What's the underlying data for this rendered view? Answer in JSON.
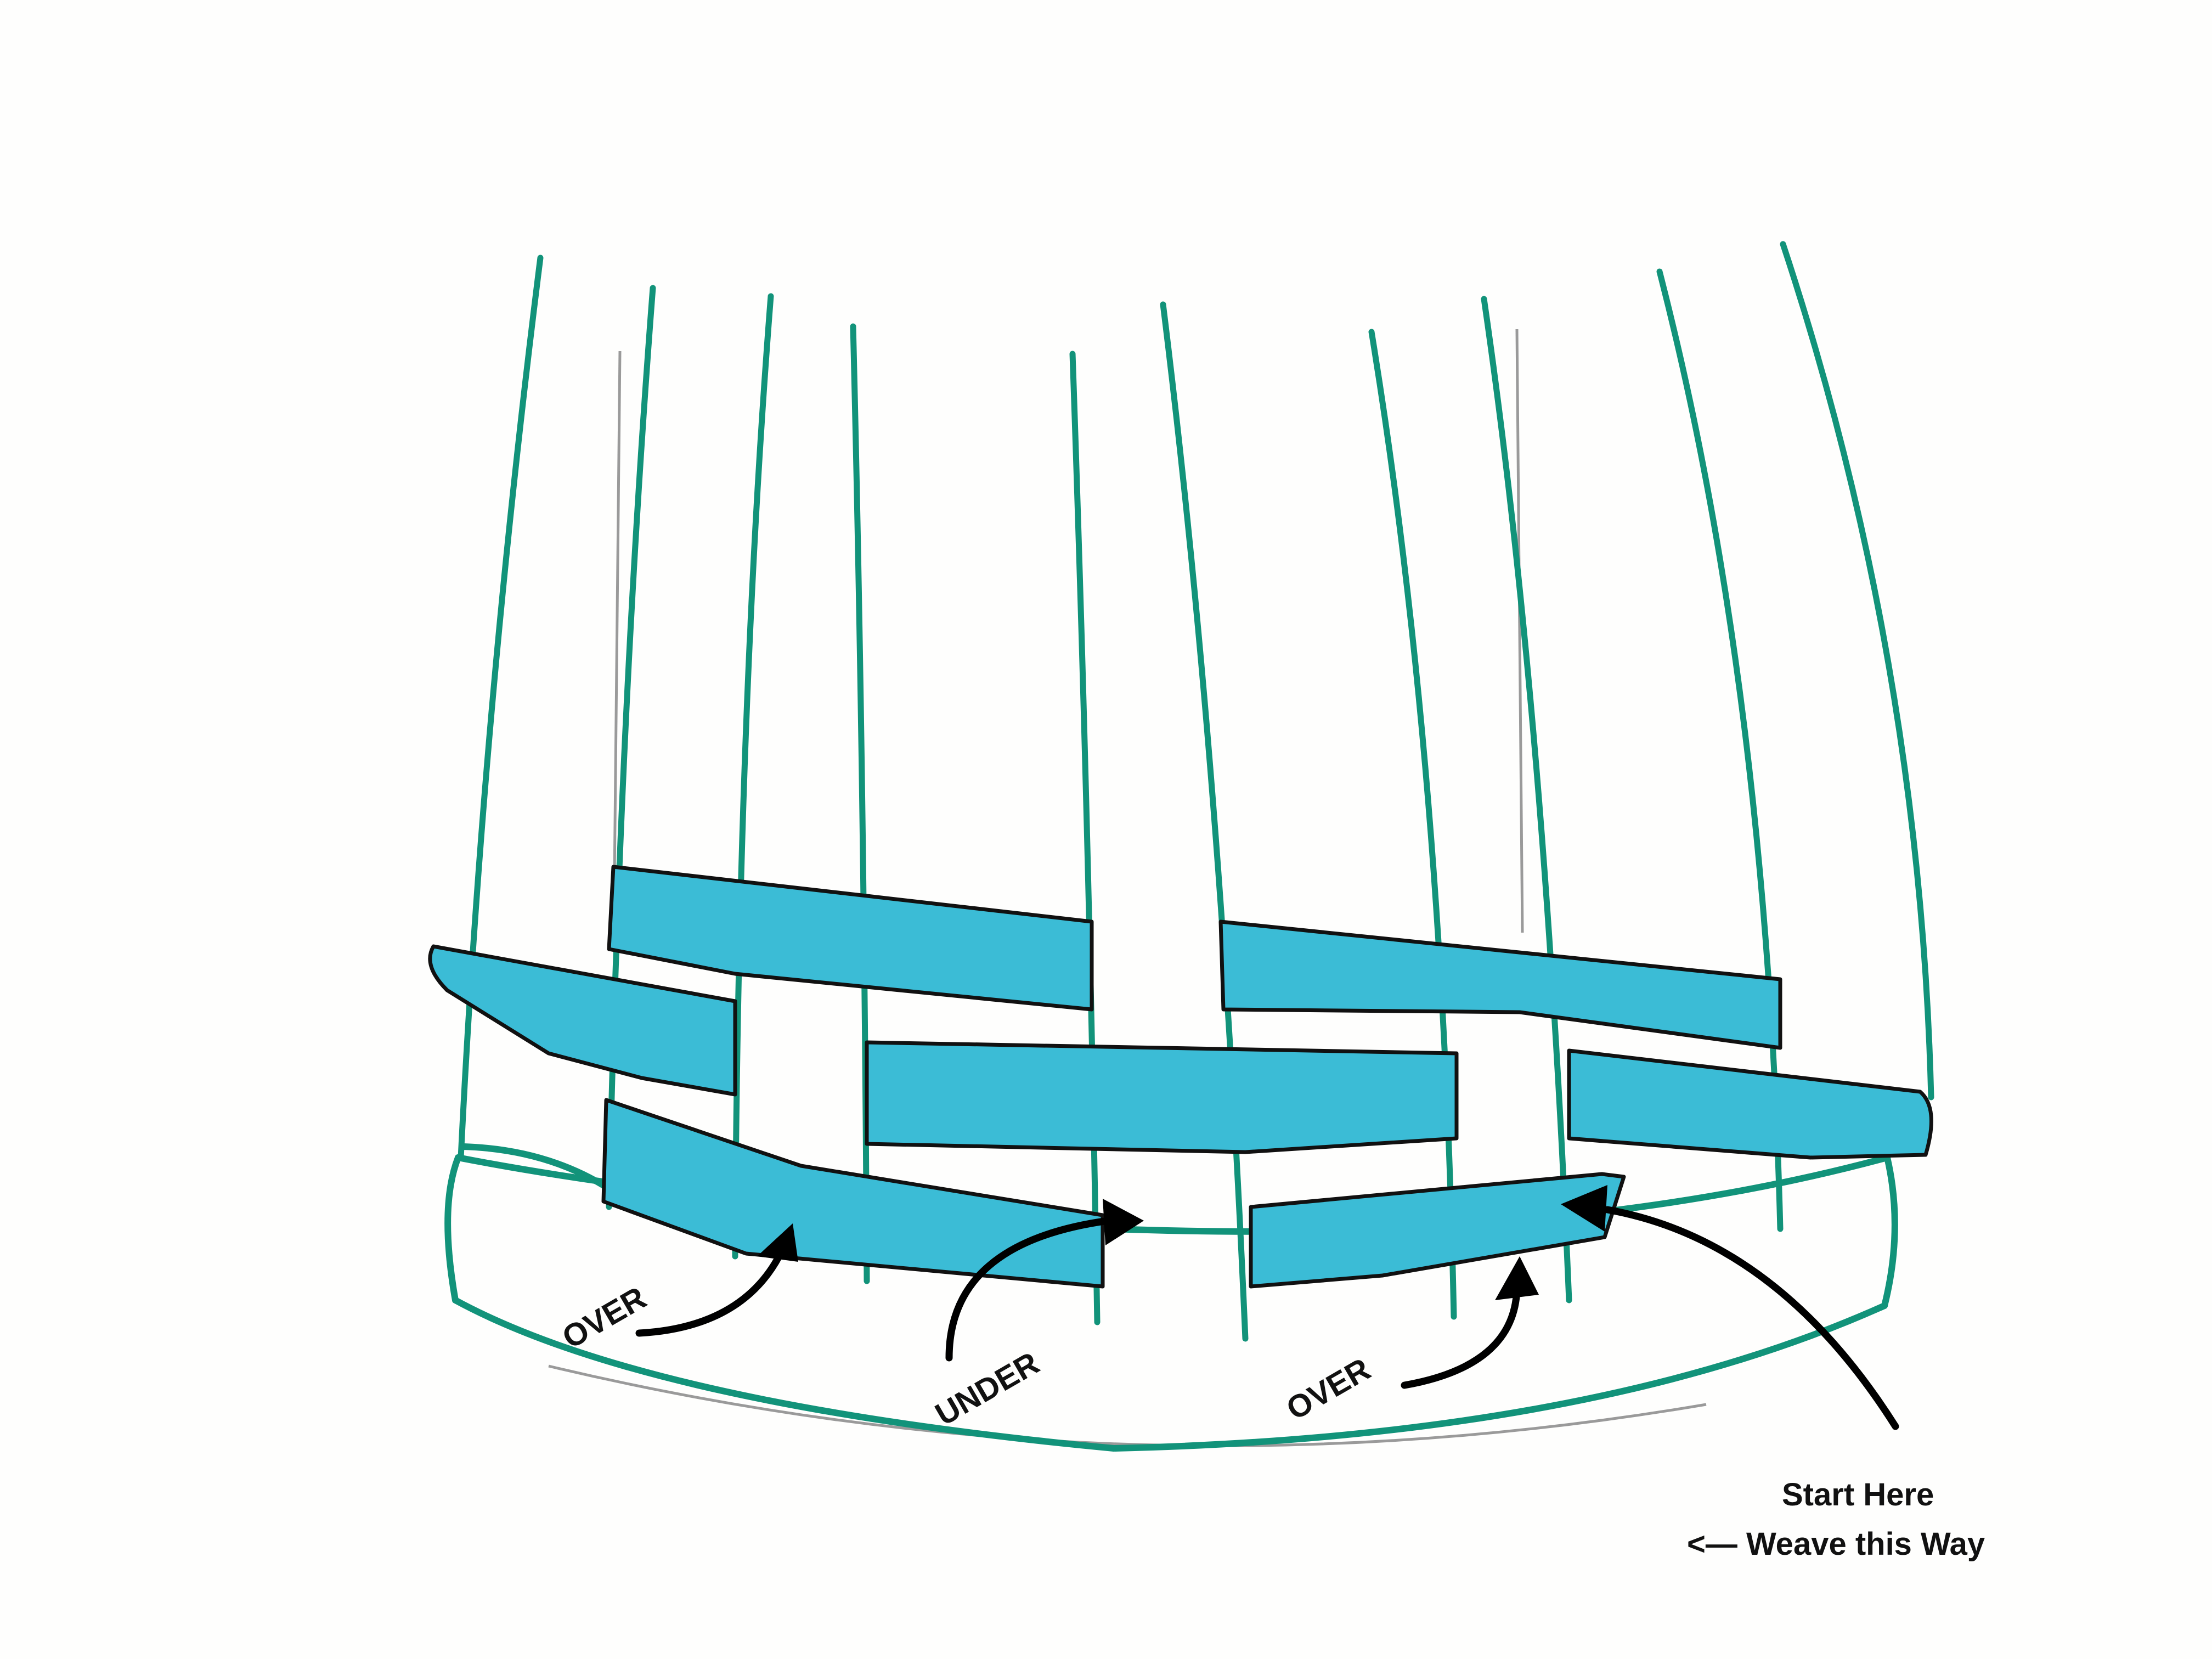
{
  "labels": {
    "over_left": "OVER",
    "under": "UNDER",
    "over_right": "OVER",
    "start_here": "Start Here",
    "weave_direction": "<— Weave this Way"
  },
  "colors": {
    "spoke": "#12937a",
    "weaver": "#3bbcd6",
    "outline": "#111111",
    "arrow": "#000000"
  }
}
